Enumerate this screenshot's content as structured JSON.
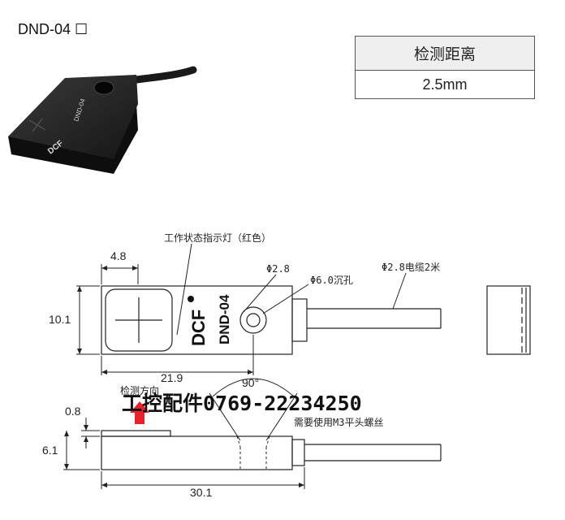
{
  "model": {
    "title": "DND-04",
    "box_glyph": "☐"
  },
  "spec_table": {
    "header": "检测距离",
    "value": "2.5mm"
  },
  "product_photo": {
    "brand": "DCF",
    "model_print": "DND-04"
  },
  "drawing": {
    "indicator_label": "工作状态指示灯（红色）",
    "hole_small_label": "Φ2.8",
    "hole_large_label": "Φ6.0沉孔",
    "cable_label": "Φ2.8电缆2米",
    "dim_width_small": "4.8",
    "dim_height_top": "10.1",
    "dim_length_top": "21.9",
    "body_brand": "DCF",
    "body_model": "DND-04",
    "detect_direction_label": "检测方向",
    "angle_label": "90°",
    "screw_label": "需要使用M3平头螺丝",
    "dim_thin": "0.8",
    "dim_height_side": "6.1",
    "dim_length_side": "30.1",
    "watermark": "工控配件0769-22234250"
  },
  "colors": {
    "arrow": "#e8212a",
    "line": "#222222",
    "body_dark": "#1b1b1b"
  }
}
